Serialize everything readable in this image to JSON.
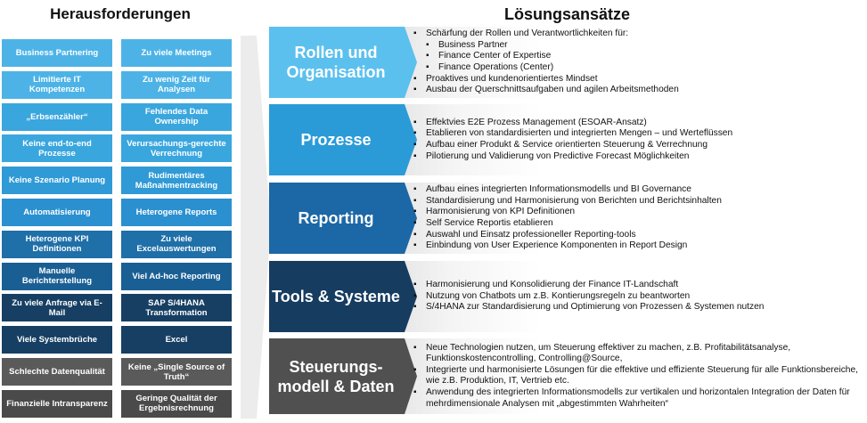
{
  "headers": {
    "left": "Herausforderungen",
    "right": "Lösungsansätze"
  },
  "challenges": [
    [
      "Business Partnering",
      "Zu viele Meetings"
    ],
    [
      "Limitierte IT Kompetenzen",
      "Zu wenig Zeit für Analysen"
    ],
    [
      "„Erbsenzähler“",
      "Fehlendes Data Ownership"
    ],
    [
      "Keine end-to-end Prozesse",
      "Verursachungs-gerechte Verrechnung"
    ],
    [
      "Keine Szenario Planung",
      "Rudimentäres Maßnahmentracking"
    ],
    [
      "Automatisierung",
      "Heterogene Reports"
    ],
    [
      "Heterogene KPI Definitionen",
      "Zu viele Excelauswertungen"
    ],
    [
      "Manuelle Berichterstellung",
      "Viel Ad-hoc Reporting"
    ],
    [
      "Zu viele Anfrage via E-Mail",
      "SAP S/4HANA Transformation"
    ],
    [
      "Viele Systembrüche",
      "Excel"
    ],
    [
      "Schlechte Datenqualität",
      "Keine „Single Source of Truth“"
    ],
    [
      "Finanzielle Intransparenz",
      "Geringe Qualität der Ergebnisrechnung"
    ]
  ],
  "cell_colors": [
    "#4db3e6",
    "#4db3e6",
    "#3aa6de",
    "#3aa6de",
    "#2f9ad6",
    "#2b90cf",
    "#1f6fa8",
    "#1a5f94",
    "#163f63",
    "#163f63",
    "#5a5a5a",
    "#4a4a4a"
  ],
  "solutions": [
    {
      "label": "Rollen und Organisation",
      "color": "#5bc0ee",
      "bullets": [
        {
          "text": "Schärfung der Rollen und Verantwortlichkeiten für:",
          "level": 0
        },
        {
          "text": "Business Partner",
          "level": 1
        },
        {
          "text": "Finance Center of Expertise",
          "level": 1
        },
        {
          "text": "Finance Operations (Center)",
          "level": 1
        },
        {
          "text": "Proaktives und kundenorientiertes Mindset",
          "level": 0
        },
        {
          "text": "Ausbau der Querschnittsaufgaben und agilen Arbeitsmethoden",
          "level": 0
        }
      ]
    },
    {
      "label": "Prozesse",
      "color": "#2b9bd8",
      "bullets": [
        {
          "text": "Effektvies E2E Prozess Management (ESOAR-Ansatz)",
          "level": 0
        },
        {
          "text": "Etablieren von standardisierten und integrierten Mengen – und Werteflüssen",
          "level": 0
        },
        {
          "text": "Aufbau einer Produkt & Service orientierten Steuerung  & Verrechnung",
          "level": 0
        },
        {
          "text": "Pilotierung und Validierung von Predictive Forecast Möglichkeiten",
          "level": 0
        }
      ]
    },
    {
      "label": "Reporting",
      "color": "#1c67a5",
      "bullets": [
        {
          "text": "Aufbau eines integrierten Informationsmodells und BI Governance",
          "level": 0
        },
        {
          "text": "Standardisierung und Harmonisierung von Berichten und Berichtsinhalten",
          "level": 0
        },
        {
          "text": "Harmonisierung von KPI Definitionen",
          "level": 0
        },
        {
          "text": "Self Service Reportis etablieren",
          "level": 0
        },
        {
          "text": "Auswahl und Einsatz professioneller Reporting-tools",
          "level": 0
        },
        {
          "text": "Einbindung von User Experience Komponenten in Report Design",
          "level": 0
        }
      ]
    },
    {
      "label": "Tools & Systeme",
      "color": "#163c60",
      "bullets": [
        {
          "text": "Harmonisierung und Konsolidierung der Finance IT-Landschaft",
          "level": 0
        },
        {
          "text": "Nutzung von Chatbots um z.B. Kontierungsregeln zu beantworten",
          "level": 0
        },
        {
          "text": "S/4HANA zur Standardisierung und Optimierung von Prozessen & Systemen nutzen",
          "level": 0
        }
      ]
    },
    {
      "label": "Steuerungs-modell & Daten",
      "color": "#505050",
      "bullets": [
        {
          "text": "Neue Technologien nutzen, um Steuerung effektiver zu machen, z.B.  Profitabilitätsanalyse, Funktionskostencontrolling, Controlling@Source,",
          "level": 0
        },
        {
          "text": "Integrierte und harmonisierte Lösungen für die effektive und effiziente  Steuerung für alle Funktionsbereiche, wie z.B. Produktion, IT, Vertrieb etc.",
          "level": 0
        },
        {
          "text": "Anwendung des integrierten Informationsmodells zur vertikalen und horizontalen Integration der Daten für mehrdimensionale Analysen mit „abgestimmten Wahrheiten“",
          "level": 0
        }
      ]
    }
  ]
}
